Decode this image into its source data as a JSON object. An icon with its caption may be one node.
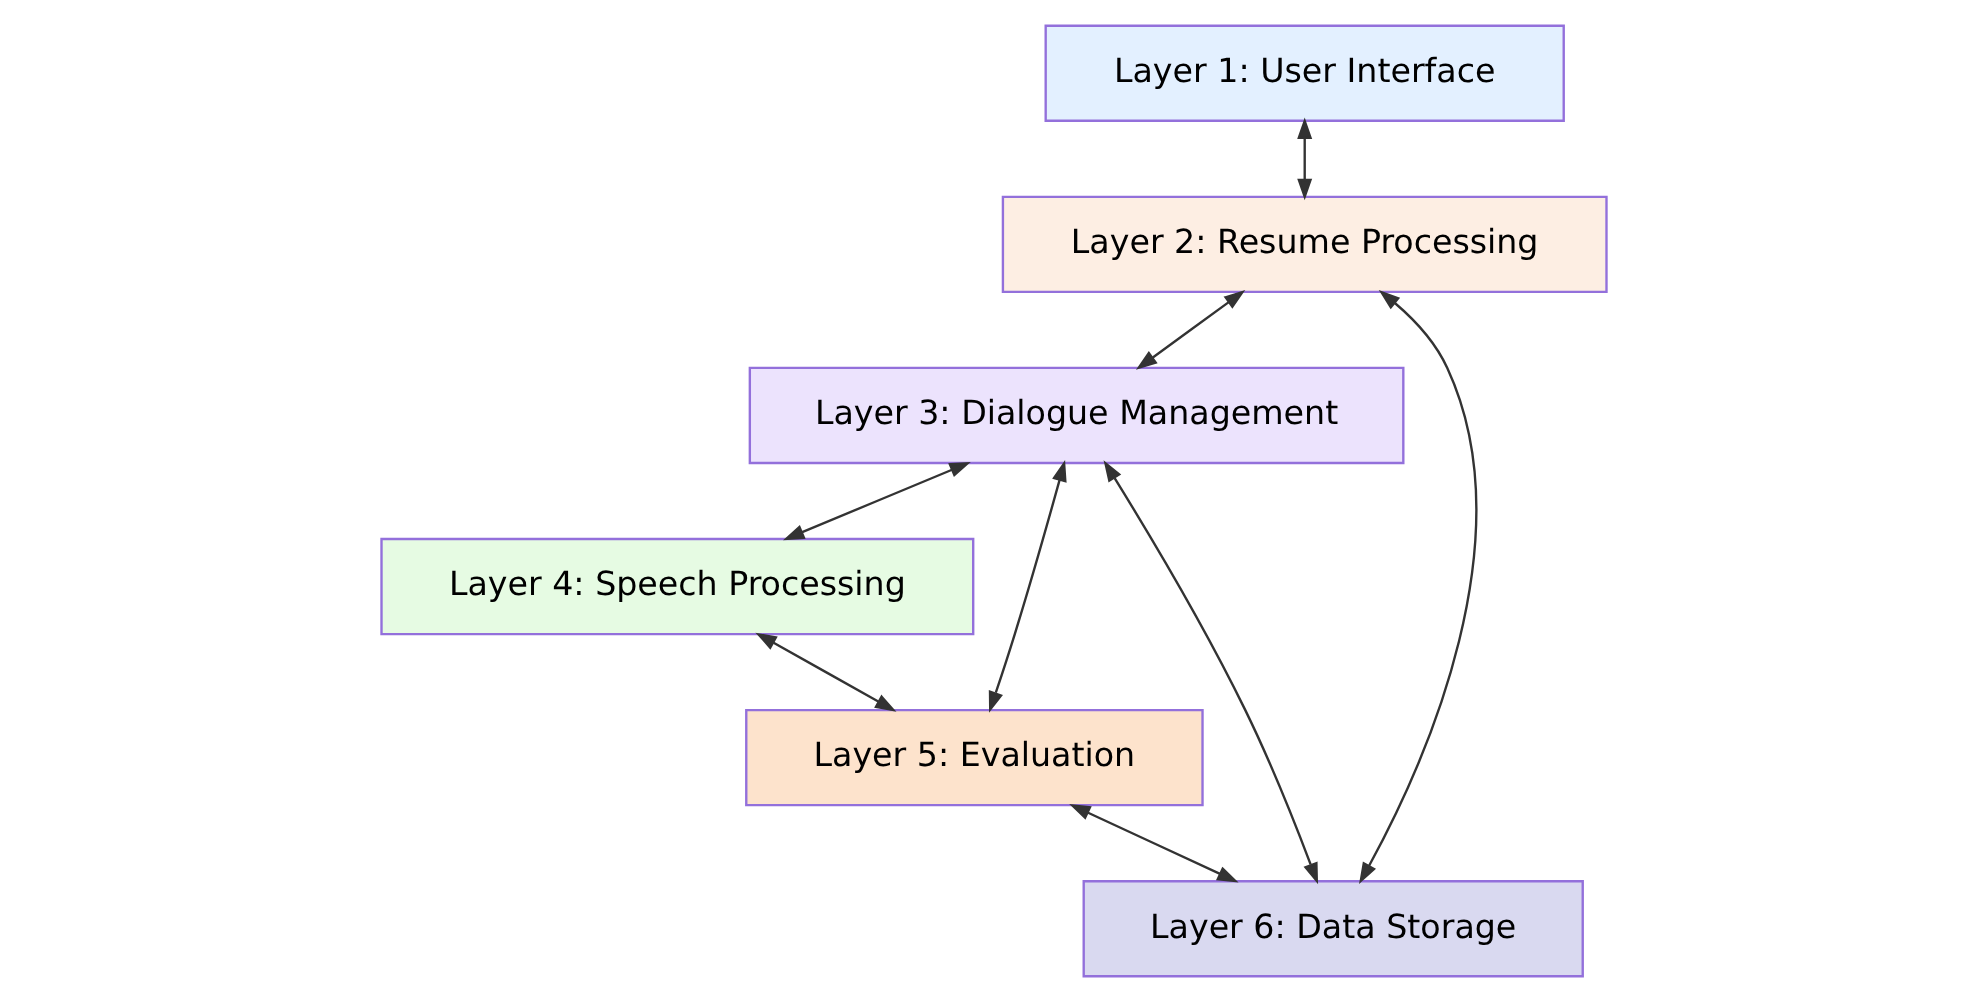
{
  "diagram": {
    "nodes": [
      {
        "text": [
          "Layer 1: User Interface"
        ]
      },
      {
        "text": [
          "Layer 2: Resume Processing"
        ]
      },
      {
        "text": [
          "Layer 3: Dialogue Management"
        ]
      },
      {
        "text": [
          "Layer 4: Speech Processing"
        ]
      },
      {
        "text": [
          "Layer 5: Evaluation"
        ]
      },
      {
        "text": [
          "Layer 6: Data Storage"
        ]
      }
    ],
    "edges": [
      {
        "from": 0,
        "to": 1,
        "arrow": "both"
      },
      {
        "from": 1,
        "to": 2,
        "arrow": "both"
      },
      {
        "from": 2,
        "to": 3,
        "arrow": "both"
      },
      {
        "from": 2,
        "to": 4,
        "arrow": "both"
      },
      {
        "from": 3,
        "to": 4,
        "arrow": "both"
      },
      {
        "from": 4,
        "to": 5,
        "arrow": "both"
      },
      {
        "from": 2,
        "to": 5,
        "arrow": "both"
      },
      {
        "from": 1,
        "to": 5,
        "arrow": "both"
      }
    ]
  }
}
